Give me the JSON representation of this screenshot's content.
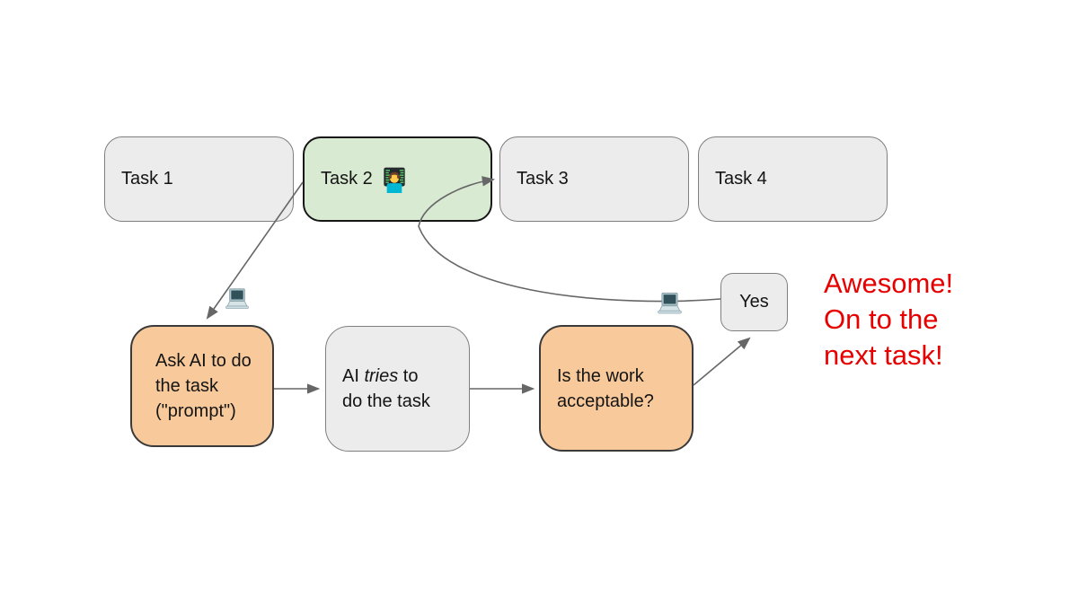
{
  "slide": {
    "background": "#ffffff"
  },
  "top_row": {
    "tasks": [
      {
        "label": "Task 1",
        "state": "default"
      },
      {
        "label": "Task 2",
        "state": "current",
        "icon": "technologist-emoji"
      },
      {
        "label": "Task 3",
        "state": "default"
      },
      {
        "label": "Task 4",
        "state": "default"
      }
    ]
  },
  "flowchart": {
    "ask_box": {
      "line1": "Ask AI to do",
      "line2": "the task",
      "line3": "(\"prompt\")"
    },
    "tries_box": {
      "line1_normal1": "AI ",
      "line1_italic": "tries",
      "line1_normal2": " to",
      "line2": "do the task"
    },
    "acceptable_box": {
      "line1": "Is the work",
      "line2": "acceptable?"
    },
    "yes_box": {
      "label": "Yes"
    }
  },
  "annotation": {
    "line1": "Awesome!",
    "line2": "On to the",
    "line3": "next task!",
    "color": "#e60000"
  },
  "icons": {
    "task2_badge": "technologist-emoji",
    "prompt_step": "laptop-emoji",
    "accept_step": "laptop-emoji"
  },
  "colors": {
    "box_gray_fill": "#ececec",
    "box_gray_border": "#7f7f7f",
    "box_green_fill": "#d9ead3",
    "box_green_border": "#161616",
    "box_orange_fill": "#f8ca9b",
    "box_orange_border": "#3a3a3a",
    "arrow": "#666666",
    "text": "#141414"
  }
}
